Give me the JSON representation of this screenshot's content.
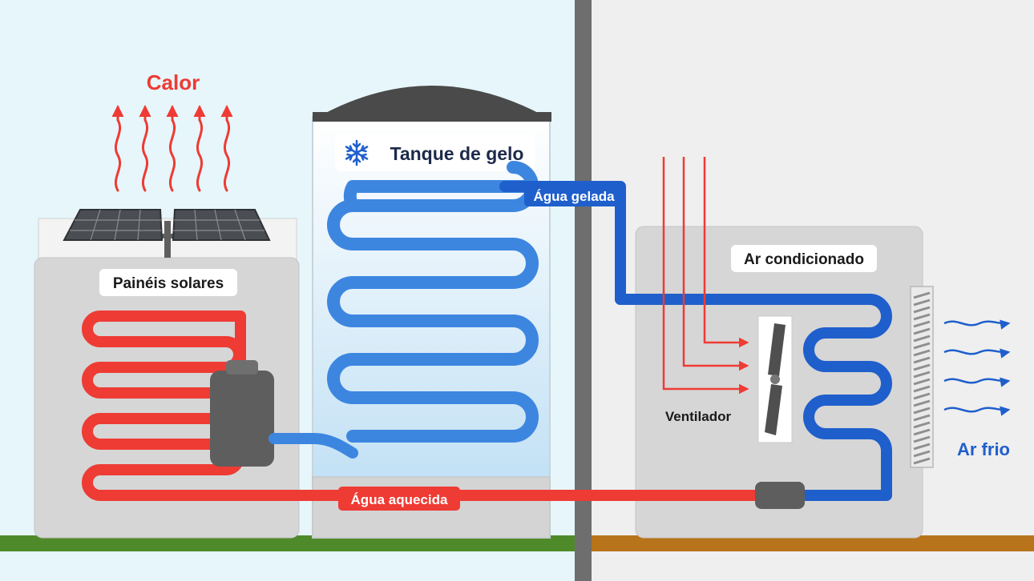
{
  "labels": {
    "heat": "Calor",
    "solar_panels": "Painéis solares",
    "ice_tank": "Tanque de gelo",
    "chilled_water": "Água gelada",
    "air_conditioner": "Ar condicionado",
    "fan": "Ventilador",
    "cold_air": "Ar frio",
    "heated_water": "Água aquecida"
  },
  "icons": {
    "ice_tank": "snowflake-icon"
  },
  "colors": {
    "hot": "#ee3b34",
    "cold": "#1f5fcc",
    "cold_light": "#3d86e0",
    "sky": "#e6f6fb",
    "room": "#efefef",
    "grass": "#4f8a2a",
    "floor": "#b8741b",
    "wall": "#6e6e6e",
    "unit": "#d6d6d6",
    "device": "#5e5e5e"
  }
}
